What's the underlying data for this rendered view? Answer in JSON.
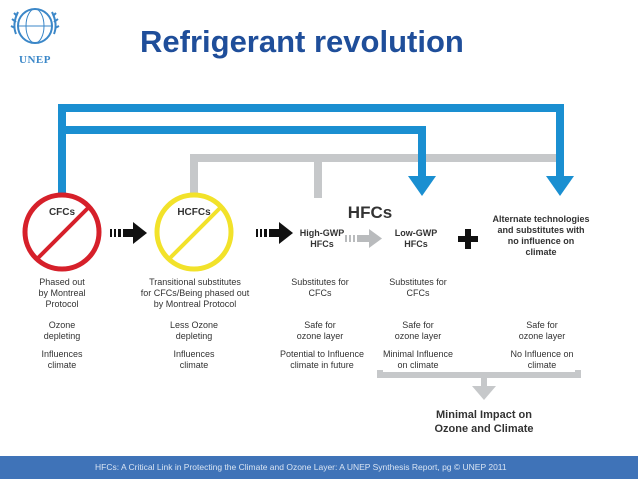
{
  "header": {
    "logo_text": "UNEP",
    "title": "Refrigerant revolution"
  },
  "diagram": {
    "cfcs": {
      "label": "CFCs",
      "lines": [
        "Phased out\nby Montreal\nProtocol",
        "Ozone\ndepleting",
        "Influences\nclimate"
      ]
    },
    "hcfcs": {
      "label": "HCFCs",
      "lines": [
        "Transitional substitutes\nfor CFCs/Being phased out\nby Montreal Protocol",
        "Less Ozone\ndepleting",
        "Influences\nclimate"
      ]
    },
    "hfcs_heading": "HFCs",
    "high_gwp": {
      "label": "High-GWP\nHFCs",
      "lines": [
        "Substitutes for\nCFCs",
        "Safe for\nozone layer",
        "Potential to Influence\nclimate in future"
      ]
    },
    "low_gwp": {
      "label": "Low-GWP\nHFCs",
      "lines": [
        "Substitutes for\nCFCs",
        "Safe for\nozone layer",
        "Minimal Influence\non climate"
      ]
    },
    "alternate": {
      "label": "Alternate technologies\nand substitutes with\nno influence on\nclimate",
      "lines": [
        "Safe for\nozone layer",
        "No Influence on\nclimate"
      ]
    },
    "result": "Minimal Impact on\nOzone and Climate",
    "colors": {
      "blue": "#1a8fd1",
      "gray": "#c6c8ca",
      "red": "#d6202a",
      "yellow": "#f2e22a",
      "arrow_dark": "#111111"
    }
  },
  "footer": {
    "text": "HFCs: A Critical Link in Protecting the Climate and Ozone Layer: A UNEP Synthesis Report, pg  © UNEP 2011"
  }
}
